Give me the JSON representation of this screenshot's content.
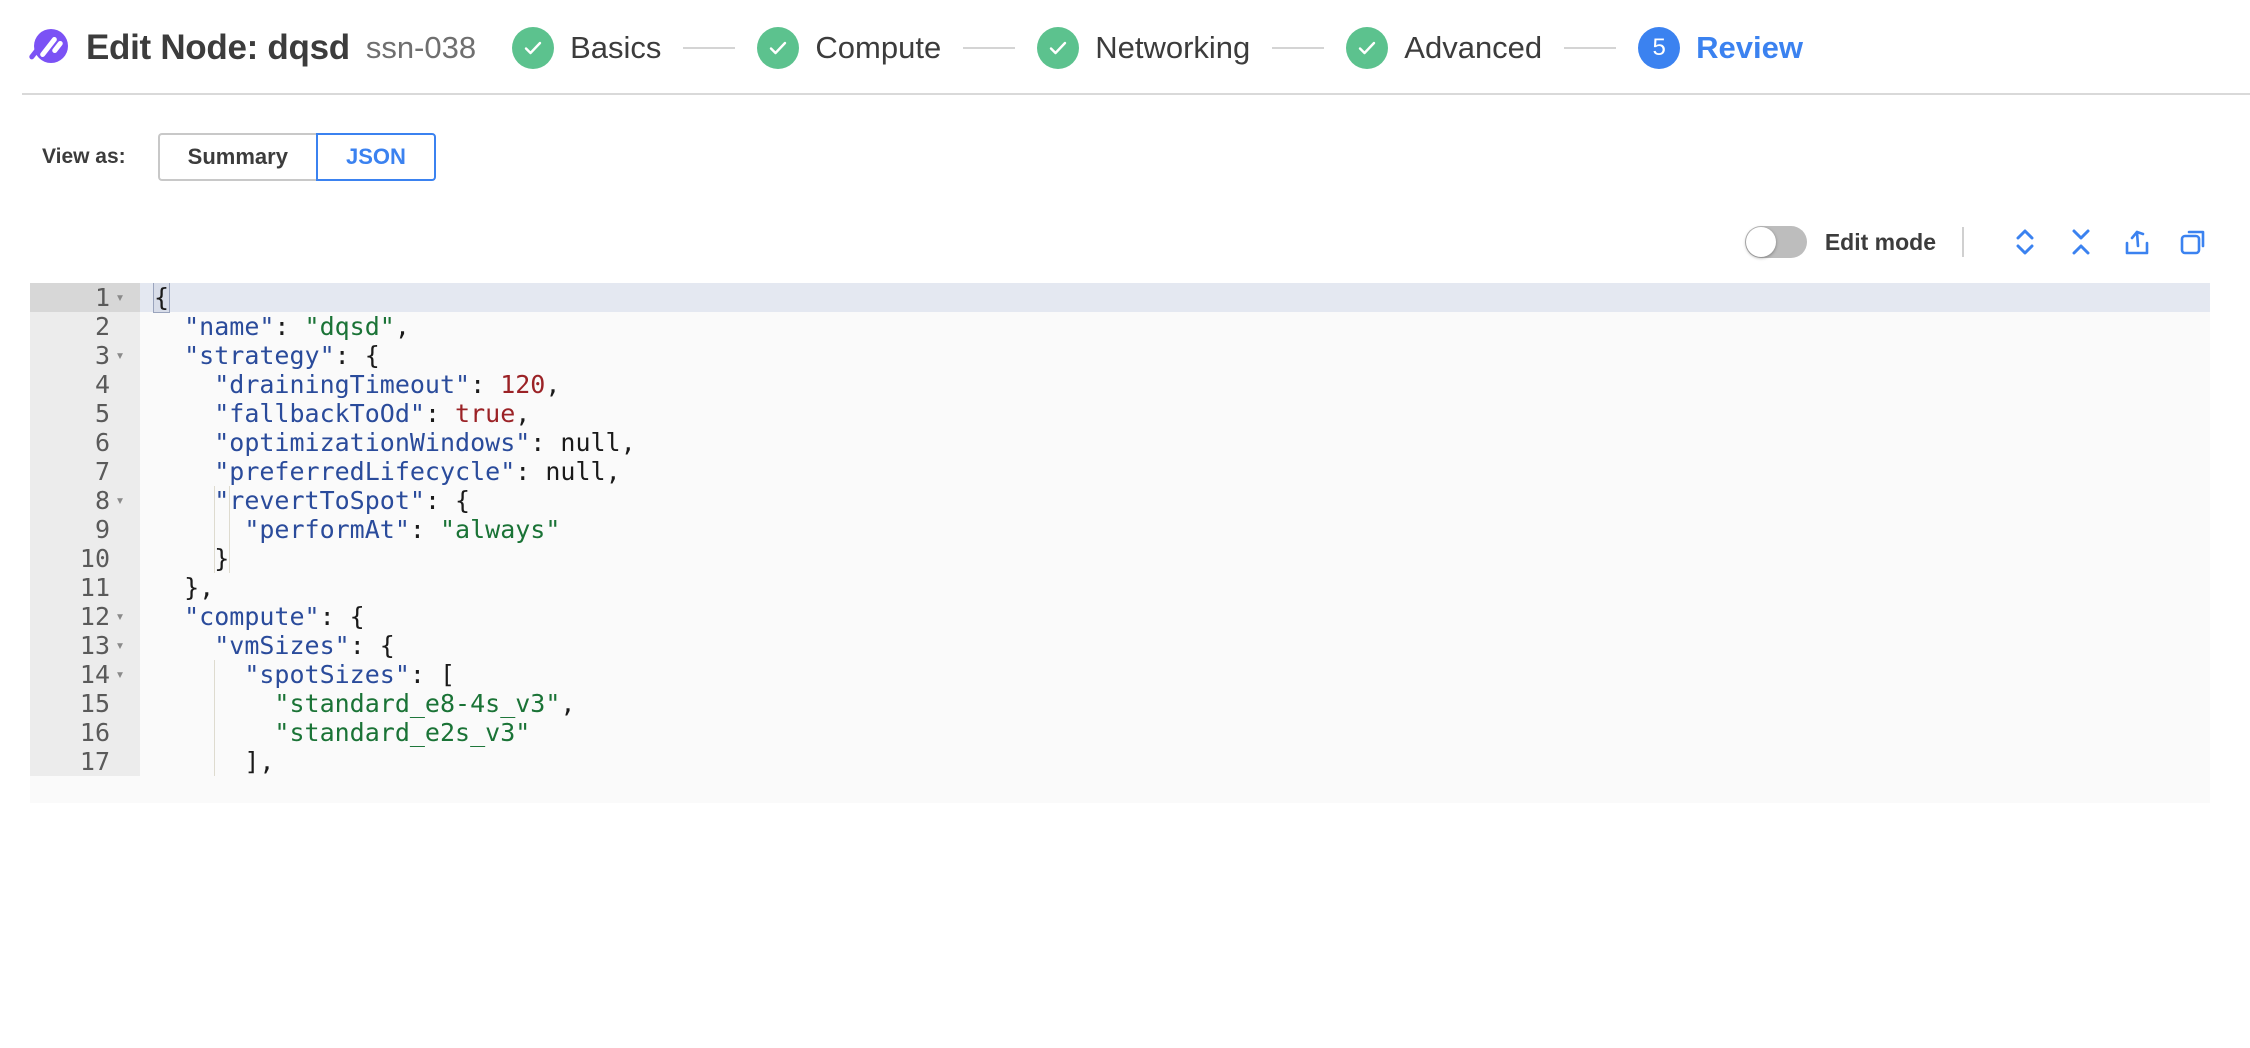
{
  "header": {
    "logo_name": "spot-logo",
    "title": "Edit Node: dqsd",
    "subtitle": "ssn-038",
    "accent_purple": "#7b52f5",
    "steps": [
      {
        "label": "Basics",
        "state": "done",
        "num": "1"
      },
      {
        "label": "Compute",
        "state": "done",
        "num": "2"
      },
      {
        "label": "Networking",
        "state": "done",
        "num": "3"
      },
      {
        "label": "Advanced",
        "state": "done",
        "num": "4"
      },
      {
        "label": "Review",
        "state": "active",
        "num": "5"
      }
    ],
    "done_color": "#5cc28e",
    "active_color": "#3b82f0"
  },
  "view_as": {
    "label": "View as:",
    "options": [
      {
        "label": "Summary",
        "selected": false
      },
      {
        "label": "JSON",
        "selected": true
      }
    ]
  },
  "editor_toolbar": {
    "edit_mode_label": "Edit mode",
    "edit_mode_on": false,
    "icons": [
      {
        "name": "expand-all-icon",
        "title": "Expand all"
      },
      {
        "name": "collapse-all-icon",
        "title": "Collapse all"
      },
      {
        "name": "export-icon",
        "title": "Export"
      },
      {
        "name": "copy-icon",
        "title": "Copy"
      }
    ],
    "icon_color": "#3b82f0"
  },
  "code": {
    "language": "json",
    "active_line": 1,
    "lines": [
      {
        "n": "1",
        "fold": true,
        "indent": 0,
        "tokens": [
          {
            "t": "punc",
            "v": "{",
            "match": true
          }
        ]
      },
      {
        "n": "2",
        "fold": false,
        "indent": 1,
        "tokens": [
          {
            "t": "key",
            "v": "\"name\""
          },
          {
            "t": "punc",
            "v": ": "
          },
          {
            "t": "str",
            "v": "\"dqsd\""
          },
          {
            "t": "punc",
            "v": ","
          }
        ]
      },
      {
        "n": "3",
        "fold": true,
        "indent": 1,
        "tokens": [
          {
            "t": "key",
            "v": "\"strategy\""
          },
          {
            "t": "punc",
            "v": ": {"
          }
        ]
      },
      {
        "n": "4",
        "fold": false,
        "indent": 2,
        "tokens": [
          {
            "t": "key",
            "v": "\"drainingTimeout\""
          },
          {
            "t": "punc",
            "v": ": "
          },
          {
            "t": "num",
            "v": "120"
          },
          {
            "t": "punc",
            "v": ","
          }
        ]
      },
      {
        "n": "5",
        "fold": false,
        "indent": 2,
        "tokens": [
          {
            "t": "key",
            "v": "\"fallbackToOd\""
          },
          {
            "t": "punc",
            "v": ": "
          },
          {
            "t": "bool",
            "v": "true"
          },
          {
            "t": "punc",
            "v": ","
          }
        ]
      },
      {
        "n": "6",
        "fold": false,
        "indent": 2,
        "tokens": [
          {
            "t": "key",
            "v": "\"optimizationWindows\""
          },
          {
            "t": "punc",
            "v": ": "
          },
          {
            "t": "null",
            "v": "null"
          },
          {
            "t": "punc",
            "v": ","
          }
        ]
      },
      {
        "n": "7",
        "fold": false,
        "indent": 2,
        "tokens": [
          {
            "t": "key",
            "v": "\"preferredLifecycle\""
          },
          {
            "t": "punc",
            "v": ": "
          },
          {
            "t": "null",
            "v": "null"
          },
          {
            "t": "punc",
            "v": ","
          }
        ]
      },
      {
        "n": "8",
        "fold": true,
        "indent": 2,
        "tokens": [
          {
            "t": "key",
            "v": "\"revertToSpot\""
          },
          {
            "t": "punc",
            "v": ": {"
          }
        ]
      },
      {
        "n": "9",
        "fold": false,
        "indent": 3,
        "tokens": [
          {
            "t": "key",
            "v": "\"performAt\""
          },
          {
            "t": "punc",
            "v": ": "
          },
          {
            "t": "str",
            "v": "\"always\""
          }
        ]
      },
      {
        "n": "10",
        "fold": false,
        "indent": 2,
        "tokens": [
          {
            "t": "punc",
            "v": "}"
          }
        ]
      },
      {
        "n": "11",
        "fold": false,
        "indent": 1,
        "tokens": [
          {
            "t": "punc",
            "v": "},"
          }
        ]
      },
      {
        "n": "12",
        "fold": true,
        "indent": 1,
        "tokens": [
          {
            "t": "key",
            "v": "\"compute\""
          },
          {
            "t": "punc",
            "v": ": {"
          }
        ]
      },
      {
        "n": "13",
        "fold": true,
        "indent": 2,
        "tokens": [
          {
            "t": "key",
            "v": "\"vmSizes\""
          },
          {
            "t": "punc",
            "v": ": {"
          }
        ]
      },
      {
        "n": "14",
        "fold": true,
        "indent": 3,
        "tokens": [
          {
            "t": "key",
            "v": "\"spotSizes\""
          },
          {
            "t": "punc",
            "v": ": ["
          }
        ]
      },
      {
        "n": "15",
        "fold": false,
        "indent": 4,
        "tokens": [
          {
            "t": "str",
            "v": "\"standard_e8-4s_v3\""
          },
          {
            "t": "punc",
            "v": ","
          }
        ]
      },
      {
        "n": "16",
        "fold": false,
        "indent": 4,
        "tokens": [
          {
            "t": "str",
            "v": "\"standard_e2s_v3\""
          }
        ]
      },
      {
        "n": "17",
        "fold": false,
        "indent": 3,
        "tokens": [
          {
            "t": "punc",
            "v": "],"
          }
        ]
      }
    ],
    "colors": {
      "key": "#2a4b9b",
      "string": "#1a7336",
      "number": "#9b2226",
      "boolean": "#9b2226",
      "null": "#1a1a1a",
      "punctuation": "#1a1a1a",
      "background": "#fafafa",
      "gutter": "#ececec",
      "active_line": "#e4e8f1"
    }
  }
}
